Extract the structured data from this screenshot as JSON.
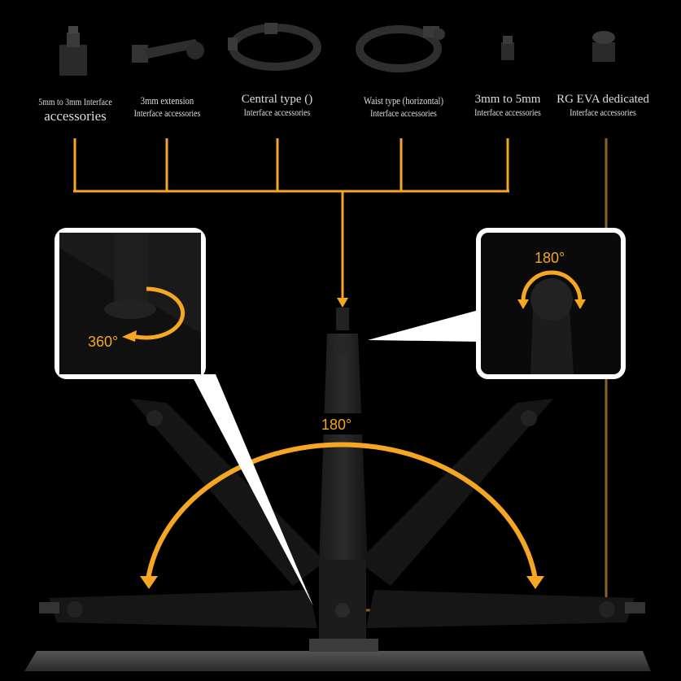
{
  "accessories": [
    {
      "line1": "5mm to 3mm Interface",
      "line2": "accessories"
    },
    {
      "line1": "3mm extension",
      "line2": "Interface accessories"
    },
    {
      "line1": "Central type ()",
      "line2": "Interface accessories"
    },
    {
      "line1": "Waist type (horizontal)",
      "line2": "Interface accessories"
    },
    {
      "line1": "3mm to 5mm",
      "line2": "Interface accessories"
    },
    {
      "line1": "RG  EVA dedicated",
      "line2": "Interface accessories"
    }
  ],
  "rotation_labels": {
    "base_swivel": "360°",
    "head_tilt": "180°",
    "arm_sweep": "180°"
  },
  "colors": {
    "accent": "#f5a623",
    "background": "#000000",
    "inset_border": "#ffffff"
  }
}
